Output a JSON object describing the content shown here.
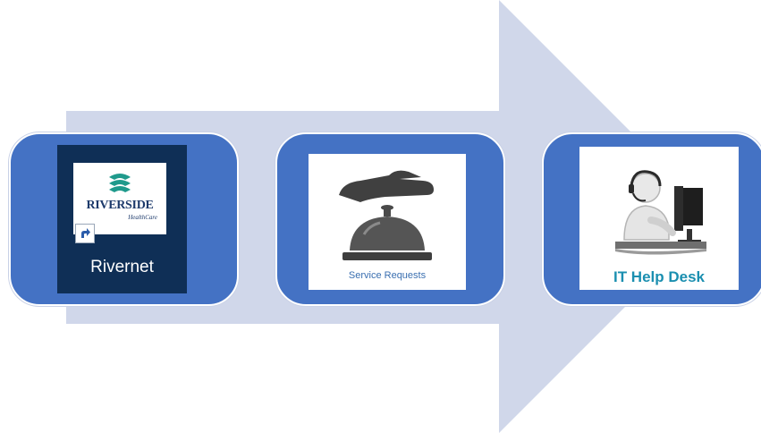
{
  "steps": [
    {
      "label": "Rivernet",
      "logo_name": "RIVERSIDE",
      "logo_sub": "HealthCare",
      "icon": "riverside-logo-icon"
    },
    {
      "label": "Service Requests",
      "icon": "service-bell-icon"
    },
    {
      "label": "IT Help Desk",
      "icon": "help-desk-person-icon"
    }
  ],
  "colors": {
    "arrow": "#d0d7ea",
    "box": "#4472c4",
    "tile1_bg": "#0f2f56",
    "service_label": "#3a6fb0",
    "helpdesk_label": "#1b8fb0"
  }
}
